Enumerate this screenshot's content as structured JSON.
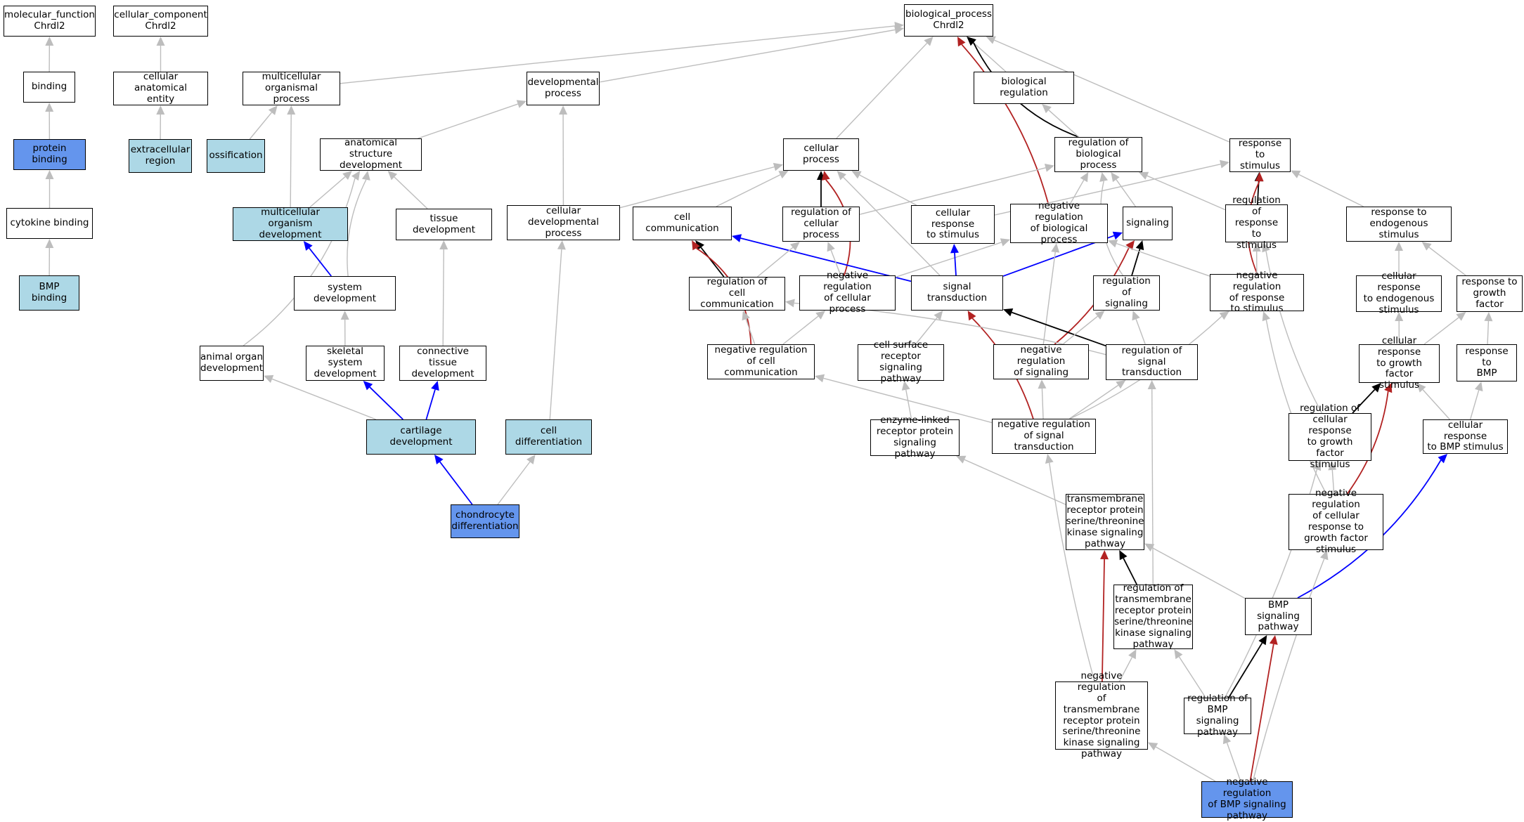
{
  "colors": {
    "is_a": "#bdbdbd",
    "part_of": "#000000",
    "negatively_regulates": "#b22222",
    "positively_regulates": "#0000ff",
    "light": "#add8e6",
    "blue": "#6495ed"
  },
  "nodes": {
    "mf": {
      "label": "molecular_function\nChrdl2"
    },
    "binding": {
      "label": "binding"
    },
    "protein_binding": {
      "label": "protein binding"
    },
    "cytokine_binding": {
      "label": "cytokine binding"
    },
    "bmp_binding": {
      "label": "BMP binding"
    },
    "cc": {
      "label": "cellular_component\nChrdl2"
    },
    "cae": {
      "label": "cellular anatomical\nentity"
    },
    "ecr": {
      "label": "extracellular\nregion"
    },
    "bp": {
      "label": "biological_process\nChrdl2"
    },
    "mop": {
      "label": "multicellular\norganismal process"
    },
    "ossif": {
      "label": "ossification"
    },
    "devp": {
      "label": "developmental\nprocess"
    },
    "asd": {
      "label": "anatomical structure\ndevelopment"
    },
    "mod": {
      "label": "multicellular\norganism development"
    },
    "tissue": {
      "label": "tissue development"
    },
    "sysdev": {
      "label": "system development"
    },
    "aod": {
      "label": "animal organ\ndevelopment"
    },
    "ssd": {
      "label": "skeletal system\ndevelopment"
    },
    "ctd": {
      "label": "connective tissue\ndevelopment"
    },
    "cartdev": {
      "label": "cartilage development"
    },
    "cdp": {
      "label": "cellular developmental\nprocess"
    },
    "celldiff": {
      "label": "cell differentiation"
    },
    "chondro": {
      "label": "chondrocyte\ndifferentiation"
    },
    "breg": {
      "label": "biological regulation"
    },
    "cellproc": {
      "label": "cellular process"
    },
    "regbp": {
      "label": "regulation of\nbiological process"
    },
    "resp": {
      "label": "response to\nstimulus"
    },
    "cellcomm": {
      "label": "cell communication"
    },
    "regcp": {
      "label": "regulation of\ncellular process"
    },
    "crs": {
      "label": "cellular response\nto stimulus"
    },
    "nrbp": {
      "label": "negative regulation\nof biological\nprocess"
    },
    "signaling": {
      "label": "signaling"
    },
    "regresp": {
      "label": "regulation of\nresponse to\nstimulus"
    },
    "rendo": {
      "label": "response to\nendogenous stimulus"
    },
    "regcc": {
      "label": "regulation of\ncell communication"
    },
    "nrcp": {
      "label": "negative regulation\nof cellular\nprocess"
    },
    "sigtrans": {
      "label": "signal transduction"
    },
    "regsig": {
      "label": "regulation of\nsignaling"
    },
    "nrresp": {
      "label": "negative regulation\nof response\nto stimulus"
    },
    "crendo": {
      "label": "cellular response\nto endogenous\nstimulus"
    },
    "rgf": {
      "label": "response to\ngrowth factor"
    },
    "nrcc": {
      "label": "negative regulation\nof cell communication"
    },
    "csrsp": {
      "label": "cell surface\nreceptor signaling\npathway"
    },
    "nrsig": {
      "label": "negative regulation\nof signaling"
    },
    "regst": {
      "label": "regulation of\nsignal transduction"
    },
    "crgf": {
      "label": "cellular response\nto growth factor\nstimulus"
    },
    "rbmp": {
      "label": "response to\nBMP"
    },
    "elrsp": {
      "label": "enzyme-linked\nreceptor protein\nsignaling pathway"
    },
    "nrst": {
      "label": "negative regulation\nof signal transduction"
    },
    "rcrgf": {
      "label": "regulation of\ncellular response\nto growth factor\nstimulus"
    },
    "crbmp": {
      "label": "cellular response\nto BMP stimulus"
    },
    "tmrsp": {
      "label": "transmembrane\nreceptor protein\nserine/threonine\nkinase signaling\npathway"
    },
    "nrcrgf": {
      "label": "negative regulation\nof cellular\nresponse to\ngrowth factor\nstimulus"
    },
    "rtmrsp": {
      "label": "regulation of\ntransmembrane\nreceptor protein\nserine/threonine\nkinase signaling\npathway"
    },
    "bmpsp": {
      "label": "BMP signaling\npathway"
    },
    "nrtm": {
      "label": "negative regulation\nof transmembrane\nreceptor protein\nserine/threonine\nkinase signaling\npathway"
    },
    "rbmpsp": {
      "label": "regulation of\nBMP signaling\npathway"
    },
    "nrbmp": {
      "label": "negative regulation\nof BMP signaling\npathway"
    }
  }
}
